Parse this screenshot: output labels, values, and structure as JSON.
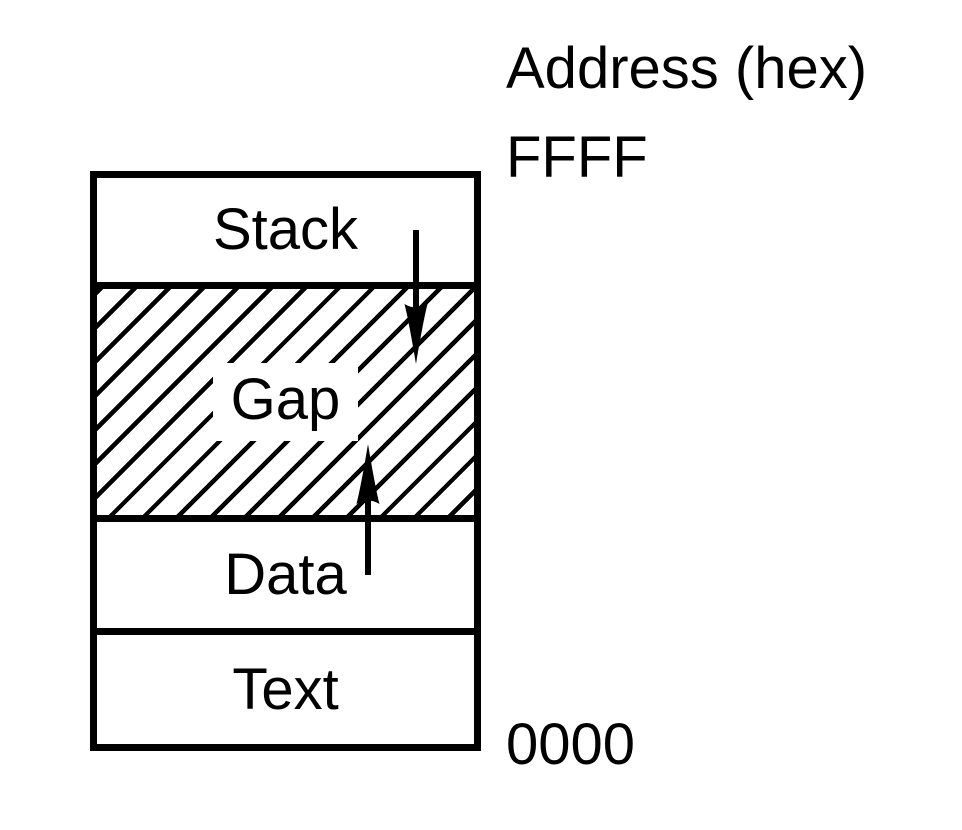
{
  "diagram": {
    "axis_label": "Address (hex)",
    "top_address": "FFFF",
    "bottom_address": "0000",
    "sections": [
      {
        "id": "stack",
        "label": "Stack",
        "fill": "plain"
      },
      {
        "id": "gap",
        "label": "Gap",
        "fill": "hatched"
      },
      {
        "id": "data",
        "label": "Data",
        "fill": "plain"
      },
      {
        "id": "text",
        "label": "Text",
        "fill": "plain"
      }
    ],
    "arrows": [
      {
        "id": "stack-grows-down",
        "direction": "down"
      },
      {
        "id": "data-grows-up",
        "direction": "up"
      }
    ],
    "colors": {
      "line": "#000000",
      "background": "#ffffff"
    }
  }
}
